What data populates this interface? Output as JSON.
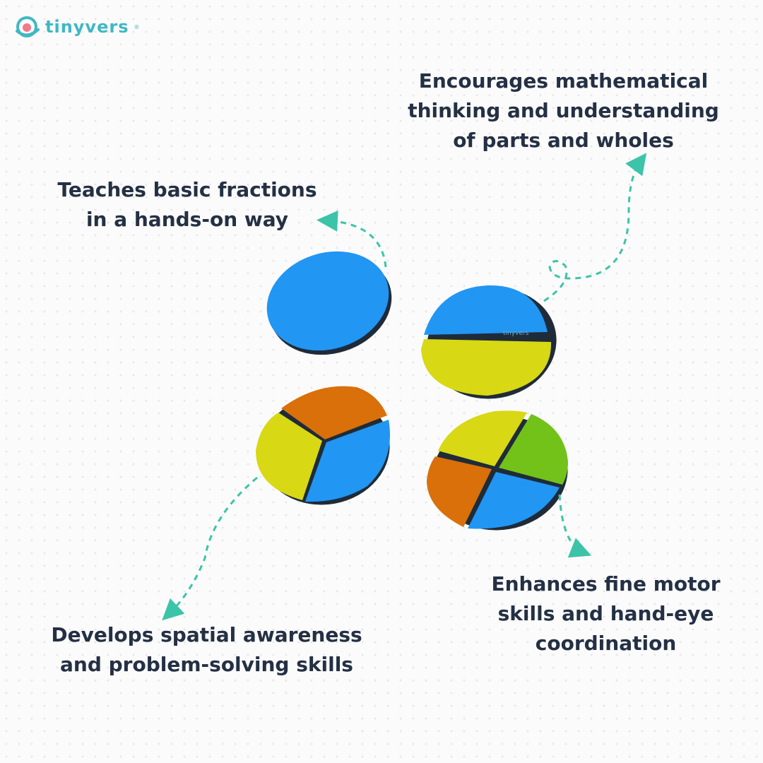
{
  "brand": {
    "name": "tinyvers",
    "registered": "®",
    "accent_color": "#3fb8c4"
  },
  "callouts": {
    "top_right": {
      "lines": [
        "Encourages mathematical",
        "thinking and understanding",
        "of parts and wholes"
      ]
    },
    "top_left": {
      "lines": [
        "Teaches basic fractions",
        "in a hands-on way"
      ]
    },
    "bottom_left": {
      "lines": [
        "Develops spatial awareness",
        "and problem-solving skills"
      ]
    },
    "bottom_right": {
      "lines": [
        "Enhances fine motor",
        "skills and hand-eye",
        "coordination"
      ]
    }
  },
  "colors": {
    "text": "#243044",
    "arrow": "#3cc4a8",
    "blue": "#2196f3",
    "yellow": "#d8d814",
    "orange": "#d9700a",
    "green": "#72c21a"
  },
  "puzzle_pieces": [
    {
      "name": "whole",
      "slices": [
        "blue"
      ]
    },
    {
      "name": "halves",
      "slices": [
        "blue",
        "yellow"
      ]
    },
    {
      "name": "thirds",
      "slices": [
        "orange",
        "yellow",
        "blue"
      ]
    },
    {
      "name": "quarters",
      "slices": [
        "yellow",
        "green",
        "orange",
        "blue"
      ]
    }
  ]
}
